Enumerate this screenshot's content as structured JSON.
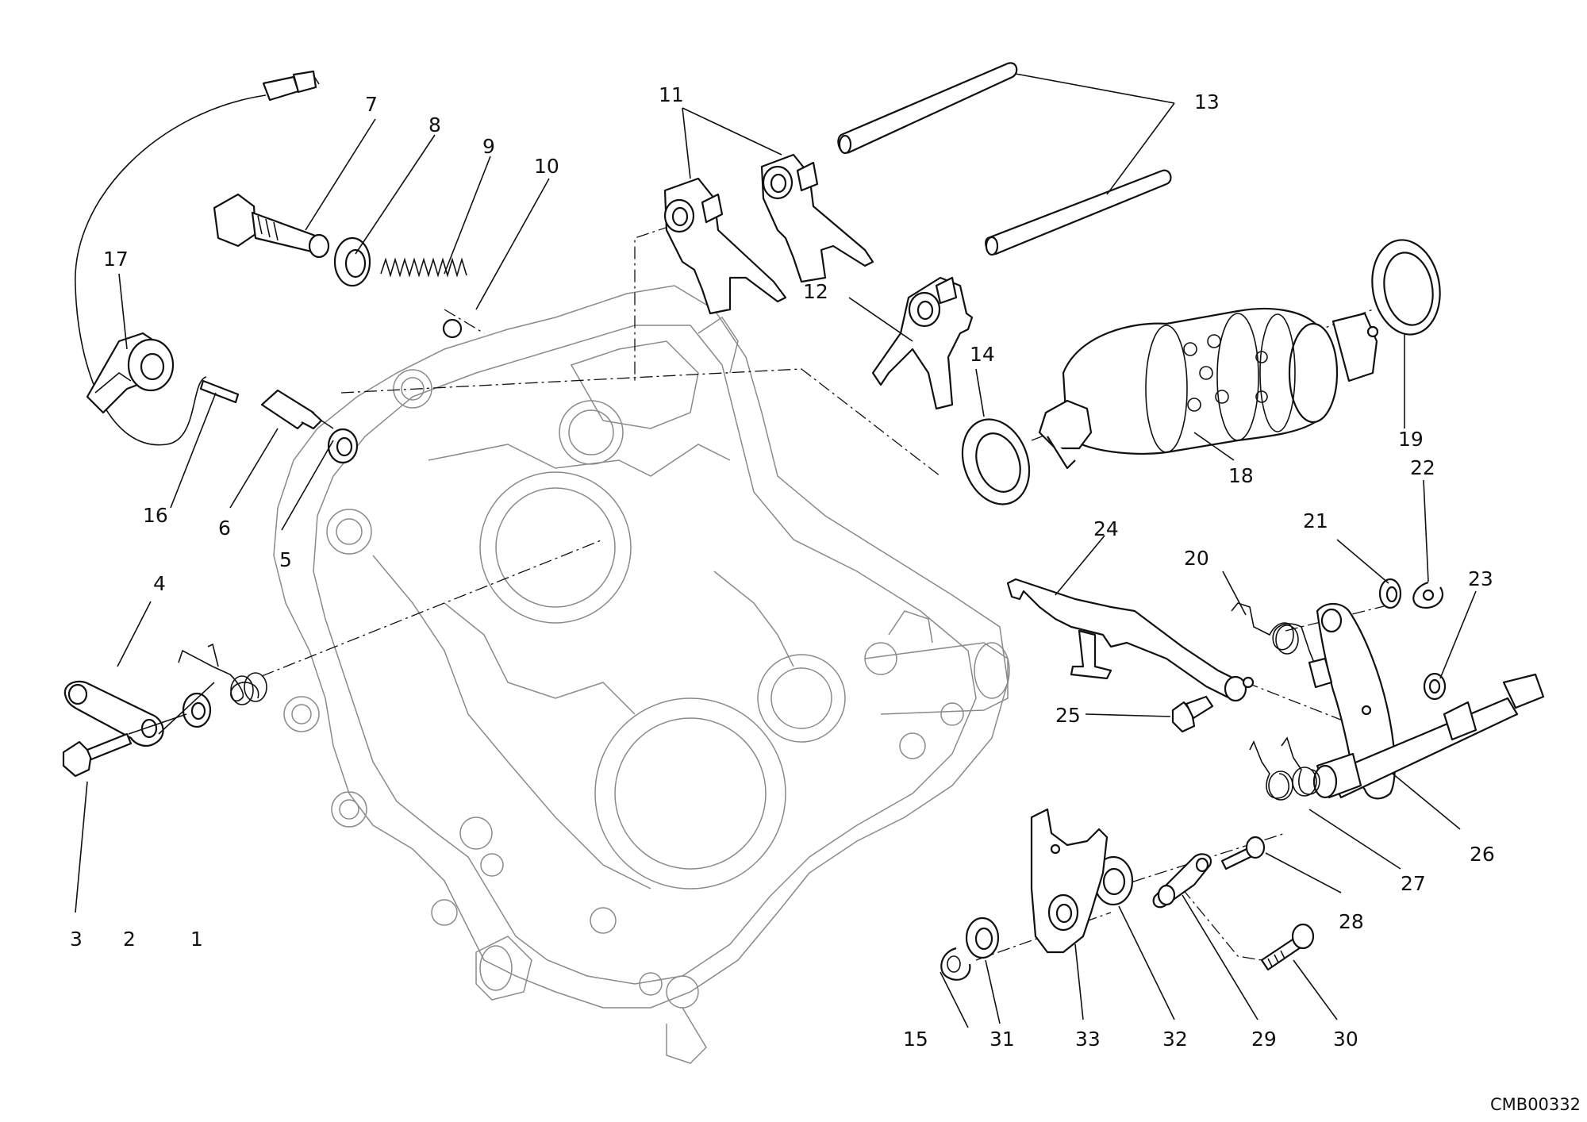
{
  "diagram": {
    "reference_code": "CMB00332",
    "callouts": [
      "1",
      "2",
      "3",
      "4",
      "5",
      "6",
      "7",
      "8",
      "9",
      "10",
      "11",
      "12",
      "13",
      "14",
      "15",
      "16",
      "17",
      "18",
      "19",
      "20",
      "21",
      "22",
      "23",
      "24",
      "25",
      "26",
      "27",
      "28",
      "29",
      "30",
      "31",
      "32",
      "33"
    ]
  }
}
